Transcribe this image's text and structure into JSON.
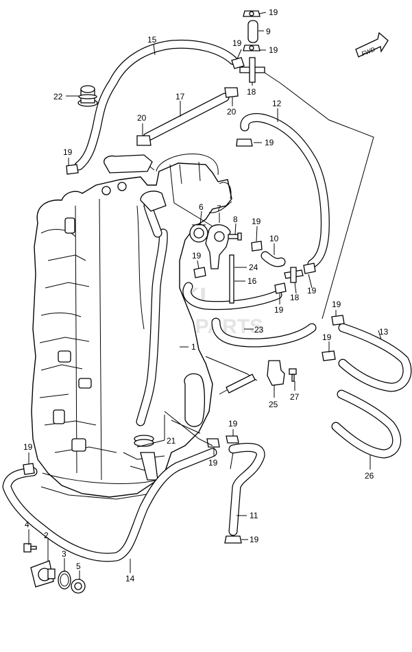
{
  "watermark": {
    "line1": "SUZUKI",
    "line2": "MARINE PARTS"
  },
  "direction_badge": "FWD",
  "callouts": [
    {
      "id": "c19a",
      "text": "19"
    },
    {
      "id": "c9",
      "text": "9"
    },
    {
      "id": "c15",
      "text": "15"
    },
    {
      "id": "c19b",
      "text": "19"
    },
    {
      "id": "c19c",
      "text": "19"
    },
    {
      "id": "c18a",
      "text": "18"
    },
    {
      "id": "c22",
      "text": "22"
    },
    {
      "id": "c17",
      "text": "17"
    },
    {
      "id": "c20a",
      "text": "20"
    },
    {
      "id": "c12",
      "text": "12"
    },
    {
      "id": "c20b",
      "text": "20"
    },
    {
      "id": "c19d",
      "text": "19"
    },
    {
      "id": "c19e",
      "text": "19"
    },
    {
      "id": "c6",
      "text": "6"
    },
    {
      "id": "c7",
      "text": "7"
    },
    {
      "id": "c8",
      "text": "8"
    },
    {
      "id": "c19f",
      "text": "19"
    },
    {
      "id": "c10",
      "text": "10"
    },
    {
      "id": "c19g",
      "text": "19"
    },
    {
      "id": "c24",
      "text": "24"
    },
    {
      "id": "c16",
      "text": "16"
    },
    {
      "id": "c18b",
      "text": "18"
    },
    {
      "id": "c19h",
      "text": "19"
    },
    {
      "id": "c19i",
      "text": "19"
    },
    {
      "id": "c19j",
      "text": "19"
    },
    {
      "id": "c13",
      "text": "13"
    },
    {
      "id": "c23",
      "text": "23"
    },
    {
      "id": "c19k",
      "text": "19"
    },
    {
      "id": "c1",
      "text": "1"
    },
    {
      "id": "c25",
      "text": "25"
    },
    {
      "id": "c27",
      "text": "27"
    },
    {
      "id": "c21",
      "text": "21"
    },
    {
      "id": "c19l",
      "text": "19"
    },
    {
      "id": "c19m",
      "text": "19"
    },
    {
      "id": "c19n",
      "text": "19"
    },
    {
      "id": "c26",
      "text": "26"
    },
    {
      "id": "c11",
      "text": "11"
    },
    {
      "id": "c4",
      "text": "4"
    },
    {
      "id": "c2",
      "text": "2"
    },
    {
      "id": "c19o",
      "text": "19"
    },
    {
      "id": "c3",
      "text": "3"
    },
    {
      "id": "c5",
      "text": "5"
    },
    {
      "id": "c14",
      "text": "14"
    }
  ]
}
